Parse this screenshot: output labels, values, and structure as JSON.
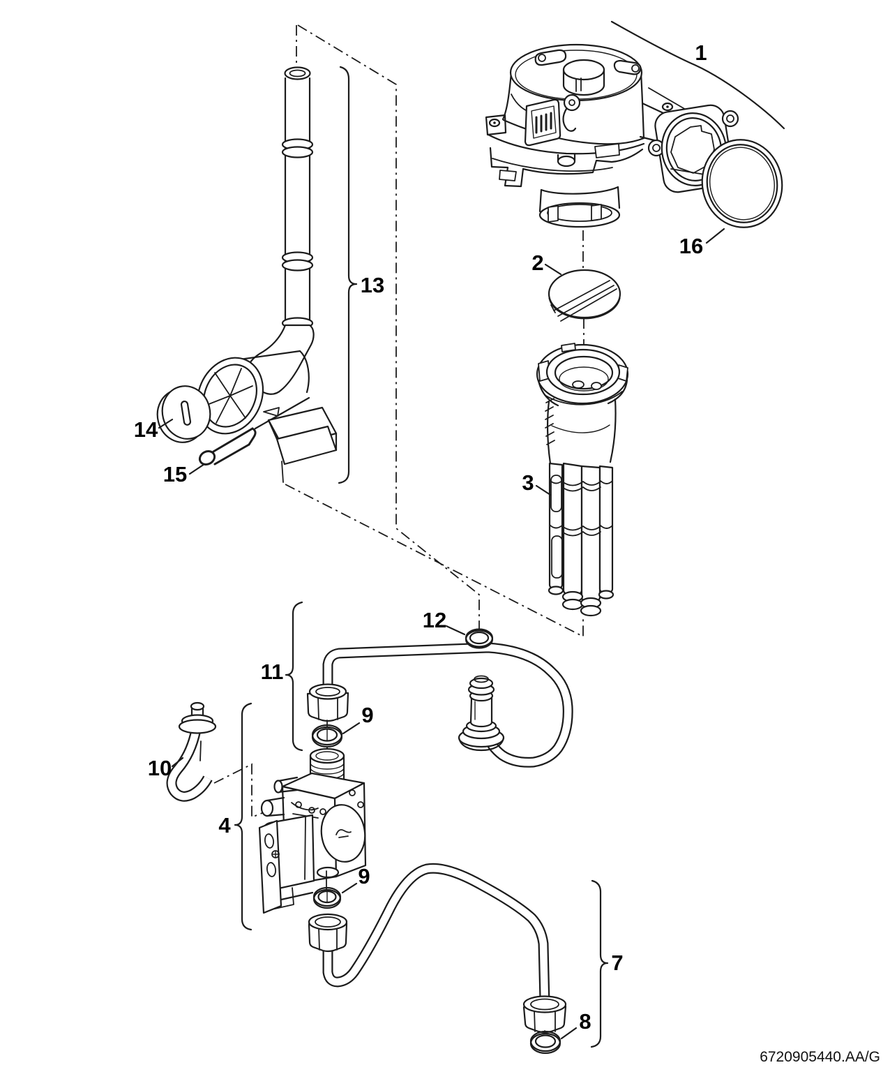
{
  "figure": {
    "doc_code": "6720905440.AA/G"
  },
  "callouts": {
    "n1": "1",
    "n2": "2",
    "n3": "3",
    "n4": "4",
    "n7": "7",
    "n8": "8",
    "n9a": "9",
    "n9b": "9",
    "n10": "10",
    "n11": "11",
    "n12": "12",
    "n13": "13",
    "n14": "14",
    "n15": "15",
    "n16": "16"
  }
}
